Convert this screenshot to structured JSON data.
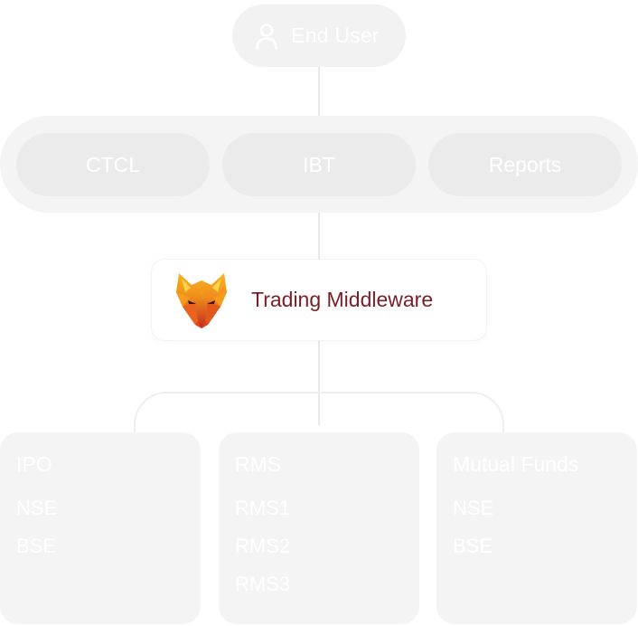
{
  "end_user": {
    "label": "End User",
    "icon": "user-icon"
  },
  "channels": [
    {
      "label": "CTCL"
    },
    {
      "label": "IBT"
    },
    {
      "label": "Reports"
    }
  ],
  "middleware": {
    "title": "Trading Middleware",
    "logo": "fox-logo",
    "brand_color": "#7a1f26",
    "logo_colors": [
      "#f7b11e",
      "#f08a1c",
      "#e8541e",
      "#c9261f"
    ]
  },
  "modules": [
    {
      "title": "IPO",
      "items": [
        "NSE",
        "BSE"
      ]
    },
    {
      "title": "RMS",
      "items": [
        "RMS1",
        "RMS2",
        "RMS3"
      ]
    },
    {
      "title": "Mutual Funds",
      "items": [
        "NSE",
        "BSE"
      ]
    }
  ],
  "colors": {
    "background": "#ffffff",
    "pill": "#f2f2f2",
    "band": "#f4f4f4",
    "chip": "#ebebeb",
    "card": "#f4f4f4",
    "connector": "#e9e9e9",
    "muted_text": "#ffffff"
  }
}
